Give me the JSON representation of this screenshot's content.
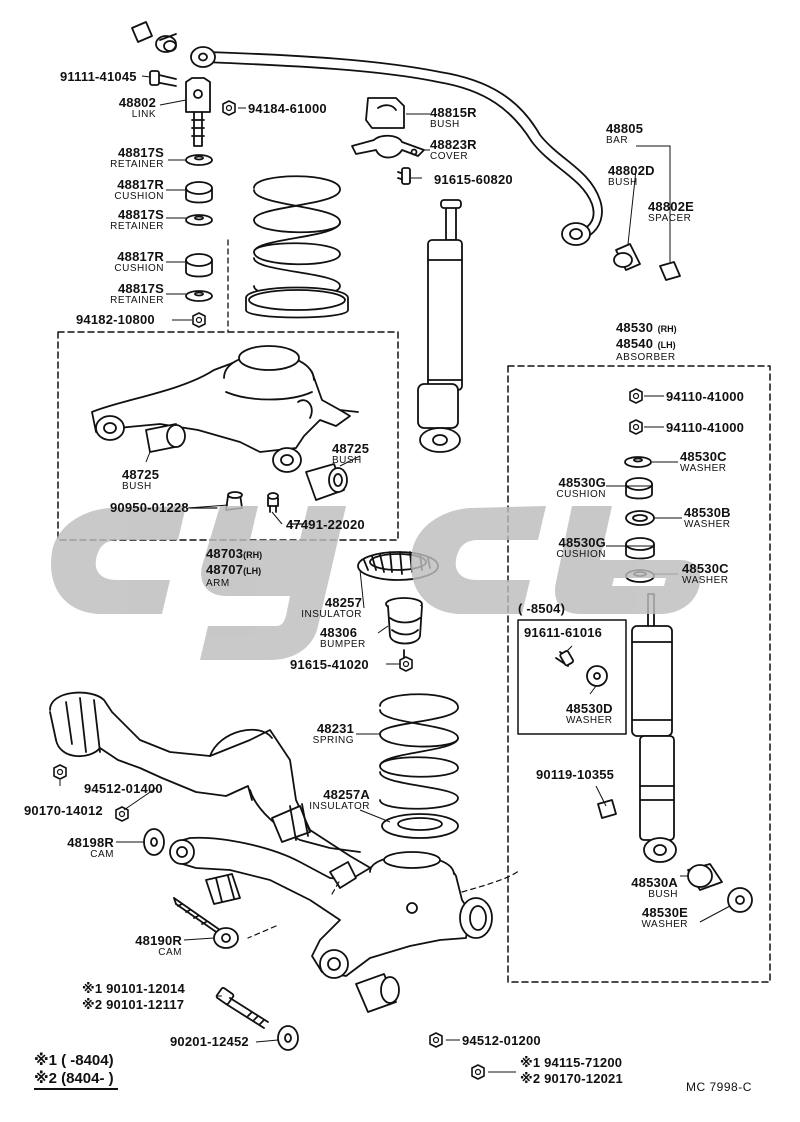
{
  "parts": {
    "p91111": {
      "pn": "91111-41045"
    },
    "p48802": {
      "pn": "48802",
      "name": "LINK"
    },
    "p94184": {
      "pn": "94184-61000"
    },
    "p48815R": {
      "pn": "48815R",
      "name": "BUSH"
    },
    "p48823R": {
      "pn": "48823R",
      "name": "COVER"
    },
    "p91615a": {
      "pn": "91615-60820"
    },
    "p48805": {
      "pn": "48805",
      "name": "BAR"
    },
    "p48802D": {
      "pn": "48802D",
      "name": "BUSH"
    },
    "p48802E": {
      "pn": "48802E",
      "name": "SPACER"
    },
    "p48817S1": {
      "pn": "48817S",
      "name": "RETAINER"
    },
    "p48817R1": {
      "pn": "48817R",
      "name": "CUSHION"
    },
    "p48817S2": {
      "pn": "48817S",
      "name": "RETAINER"
    },
    "p48817R2": {
      "pn": "48817R",
      "name": "CUSHION"
    },
    "p48817S3": {
      "pn": "48817S",
      "name": "RETAINER"
    },
    "p94182": {
      "pn": "94182-10800"
    },
    "p48530": {
      "pn1": "48530",
      "rh": "(RH)",
      "pn2": "48540",
      "lh": "(LH)",
      "name": "ABSORBER"
    },
    "p94110a": {
      "pn": "94110-41000"
    },
    "p94110b": {
      "pn": "94110-41000"
    },
    "p48530C1": {
      "pn": "48530C",
      "name": "WASHER"
    },
    "p48530G1": {
      "pn": "48530G",
      "name": "CUSHION"
    },
    "p48530B": {
      "pn": "48530B",
      "name": "WASHER"
    },
    "p48530G2": {
      "pn": "48530G",
      "name": "CUSHION"
    },
    "p48530C2": {
      "pn": "48530C",
      "name": "WASHER"
    },
    "p48725a": {
      "pn": "48725",
      "name": "BUSH"
    },
    "p48725b": {
      "pn": "48725",
      "name": "BUSH"
    },
    "p90950": {
      "pn": "90950-01228"
    },
    "p47491": {
      "pn": "47491-22020"
    },
    "p48703": {
      "pn1": "48703",
      "rh": "(RH)",
      "pn2": "48707",
      "lh": "(LH)",
      "name": "ARM"
    },
    "p48257": {
      "pn": "48257",
      "name": "INSULATOR"
    },
    "p48306": {
      "pn": "48306",
      "name": "BUMPER"
    },
    "p91615b": {
      "pn": "91615-41020"
    },
    "p8504": {
      "text": "(      -8504)"
    },
    "p91611": {
      "pn": "91611-61016"
    },
    "p48530D": {
      "pn": "48530D",
      "name": "WASHER"
    },
    "p48231": {
      "pn": "48231",
      "name": "SPRING"
    },
    "p48257A": {
      "pn": "48257A",
      "name": "INSULATOR"
    },
    "p94512a": {
      "pn": "94512-01400"
    },
    "p90170a": {
      "pn": "90170-14012"
    },
    "p48198R": {
      "pn": "48198R",
      "name": "CAM"
    },
    "p90119": {
      "pn": "90119-10355"
    },
    "p48530A": {
      "pn": "48530A",
      "name": "BUSH"
    },
    "p48530E": {
      "pn": "48530E",
      "name": "WASHER"
    },
    "p48190R": {
      "pn": "48190R",
      "name": "CAM"
    },
    "p90101": {
      "l1": "※1 90101-12014",
      "l2": "※2 90101-12117"
    },
    "p90201": {
      "pn": "90201-12452"
    },
    "p94512b": {
      "pn": "94512-01200"
    },
    "p94115": {
      "l1": "※1 94115-71200",
      "l2": "※2 90170-12021"
    }
  },
  "legend": {
    "l1": "※1 (      -8404)",
    "l2": "※2 (8404-        )"
  },
  "ref": "MC 7998-C",
  "colors": {
    "ink": "#111111",
    "watermark": "#bdbdbd"
  }
}
